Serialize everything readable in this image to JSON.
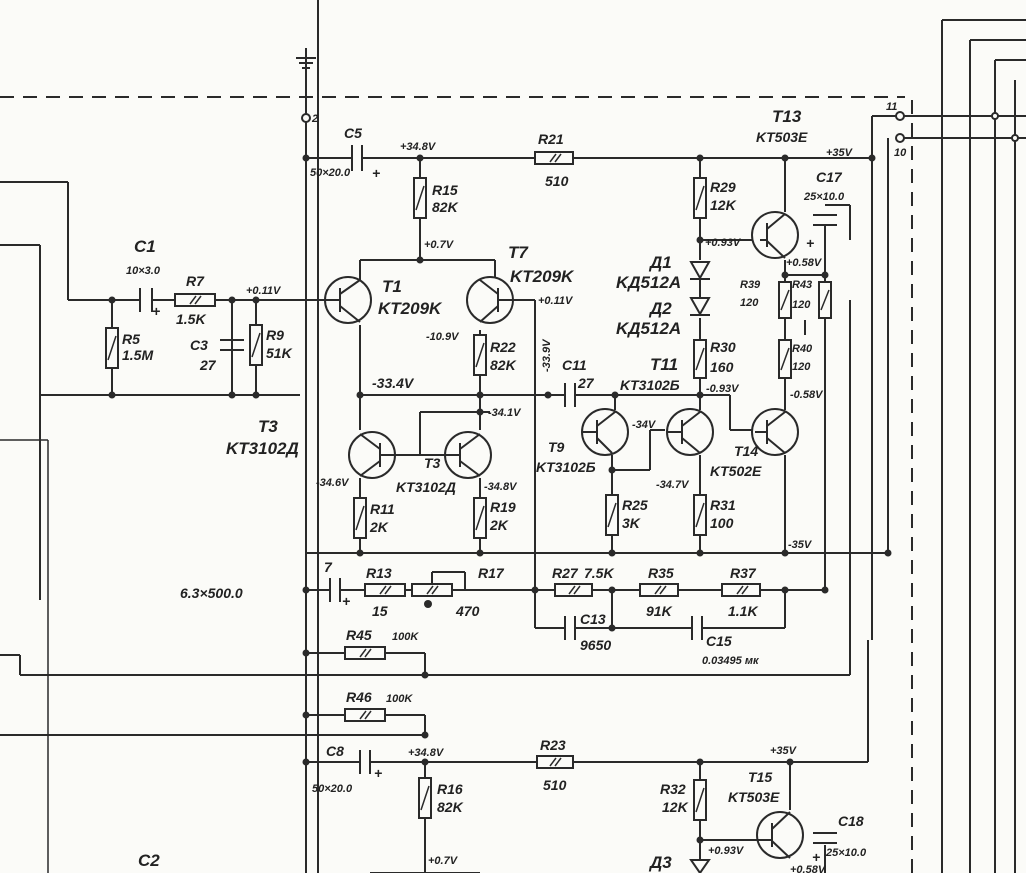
{
  "schematic": {
    "components": {
      "C1": {
        "ref": "C1",
        "value": "10×3.0"
      },
      "C2": {
        "ref": "C2"
      },
      "C3": {
        "ref": "C3",
        "value": "27"
      },
      "C5": {
        "ref": "C5",
        "value": "50×20.0"
      },
      "C7": {
        "ref": "7",
        "value": "6.3×500.0"
      },
      "C8": {
        "ref": "C8",
        "value": "50×20.0"
      },
      "C11": {
        "ref": "C11",
        "value": "27"
      },
      "C13": {
        "ref": "C13",
        "value": "9650"
      },
      "C15": {
        "ref": "C15",
        "value": "0.03495 мк"
      },
      "C17": {
        "ref": "C17",
        "value": "25×10.0"
      },
      "C18": {
        "ref": "C18",
        "value": "25×10.0"
      },
      "R5": {
        "ref": "R5",
        "value": "1.5M"
      },
      "R7": {
        "ref": "R7",
        "value": "1.5K"
      },
      "R9": {
        "ref": "R9",
        "value": "51K"
      },
      "R11": {
        "ref": "R11",
        "value": "2K"
      },
      "R13": {
        "ref": "R13",
        "value": "15"
      },
      "R15": {
        "ref": "R15",
        "value": "82K"
      },
      "R16": {
        "ref": "R16",
        "value": "82K"
      },
      "R17": {
        "ref": "R17",
        "value": "470"
      },
      "R19": {
        "ref": "R19",
        "value": "2K"
      },
      "R21": {
        "ref": "R21",
        "value": "510"
      },
      "R22": {
        "ref": "R22",
        "value": "82K"
      },
      "R23": {
        "ref": "R23",
        "value": "510"
      },
      "R25": {
        "ref": "R25",
        "value": "3K"
      },
      "R27": {
        "ref": "R27",
        "value": "7.5K"
      },
      "R29": {
        "ref": "R29",
        "value": "12K"
      },
      "R30": {
        "ref": "R30",
        "value": "160"
      },
      "R31": {
        "ref": "R31",
        "value": "100"
      },
      "R32": {
        "ref": "R32",
        "value": "12K"
      },
      "R35": {
        "ref": "R35",
        "value": "91K"
      },
      "R37": {
        "ref": "R37",
        "value": "1.1K"
      },
      "R39": {
        "ref": "R39",
        "value": "120"
      },
      "R40": {
        "ref": "R40",
        "value": "120"
      },
      "R43": {
        "ref": "R43",
        "value": "120"
      },
      "R45": {
        "ref": "R45",
        "value": "100K"
      },
      "R46": {
        "ref": "R46",
        "value": "100K"
      },
      "T1": {
        "ref": "T1",
        "type": "KT209K"
      },
      "T3": {
        "ref": "T3",
        "type": "KT3102Д"
      },
      "T3b": {
        "ref": "T3"
      },
      "T5": {
        "type": "KT3102Д"
      },
      "T7": {
        "ref": "T7",
        "type": "KT209K"
      },
      "T9": {
        "ref": "T9",
        "type": "KT3102Б"
      },
      "T11": {
        "ref": "T11",
        "type": "KT3102Б"
      },
      "T13": {
        "ref": "T13",
        "type": "KT503E"
      },
      "T14": {
        "ref": "T14",
        "type": "KT502E"
      },
      "T15": {
        "ref": "T15",
        "type": "KT503E"
      },
      "D1": {
        "ref": "Д1",
        "type": "KД512A"
      },
      "D2": {
        "ref": "Д2",
        "type": "KД512A"
      },
      "D3": {
        "ref": "Д3"
      }
    },
    "voltages": {
      "v_p348_top": "+34.8V",
      "v_p348_bottom": "+34.8V",
      "v_p07_top": "+0.7V",
      "v_p07_bottom": "+0.7V",
      "v_p011_in": "+0.11V",
      "v_p011_t7": "+0.11V",
      "v_m109": "-10.9V",
      "v_m334": "-33.4V",
      "v_m341": "-34.1V",
      "v_m346": "-34.6V",
      "v_m348": "-34.8V",
      "v_m339": "-33.9V",
      "v_m34": "-34V",
      "v_m347": "-34.7V",
      "v_m35": "-35V",
      "v_p35_top": "+35V",
      "v_p35_bottom": "+35V",
      "v_p093_top": "+0.93V",
      "v_p093_bottom": "+0.93V",
      "v_m093": "-0.93V",
      "v_p058": "+0.58V",
      "v_m058": "-0.58V",
      "v_p058_bottom": "+0.58V"
    },
    "connectors": {
      "pin2": "2",
      "pin10": "10",
      "pin11": "11"
    }
  }
}
